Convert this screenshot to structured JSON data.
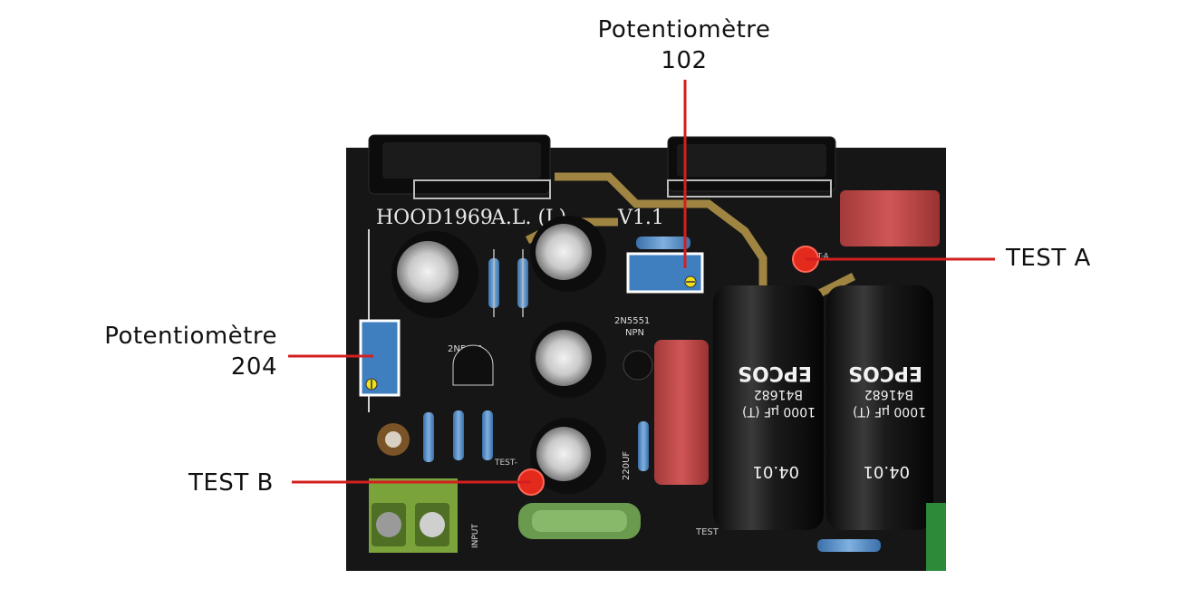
{
  "labels": {
    "pot_102_line1": "Potentiomètre",
    "pot_102_line2": "102",
    "pot_204_line1": "Potentiomètre",
    "pot_204_line2": "204",
    "test_a": "TEST A",
    "test_b": "TEST B"
  },
  "board_text": {
    "model": "HOOD1969",
    "channel": "A.L. (L)",
    "version": "V1.1",
    "transistor_1": "2N5401",
    "transistor_2": "2N5551",
    "transistor_2_type": "NPN",
    "cap_brand": "EPCOS",
    "cap_part": "B41682",
    "cap_value": "1000 µF (T)",
    "cap_code": "04.01",
    "small_cap": "220UF",
    "test_silk": "TEST",
    "test_silk_left": "TEST-",
    "test_silk_right": "TEST-A",
    "input": "INPUT"
  },
  "colors": {
    "callout_line": "#d41f1f",
    "test_point": "#e42a1c",
    "pot_body": "#3f7fc0",
    "pot_screw": "#f0e020",
    "pcb": "#151515",
    "trace": "#c8a64a"
  }
}
